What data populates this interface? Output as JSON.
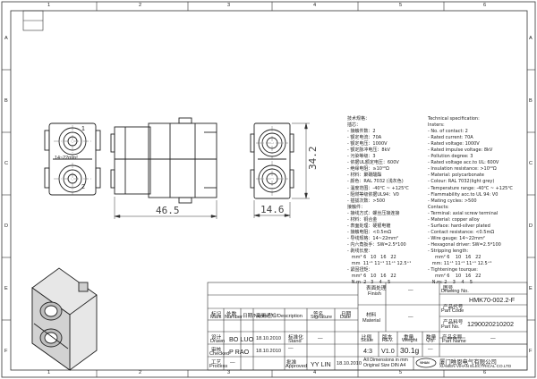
{
  "frame": {
    "columns": [
      "1",
      "2",
      "3",
      "4",
      "5",
      "6"
    ],
    "rows": [
      "A",
      "B",
      "C",
      "D",
      "E",
      "F"
    ]
  },
  "dimensions": {
    "width": "46.5",
    "height": "34.2",
    "depth": "14.6"
  },
  "part_labels": {
    "wire_range": "14~22mm²",
    "contact_1": "1",
    "contact_2": "2"
  },
  "spec_cn": {
    "heading": "技术规格：",
    "lines": [
      "插芯：",
      "- 接触件数：2",
      "- 额定电流：70A",
      "- 额定电压：1000V",
      "- 额定脉冲电压：8kV",
      "- 污染等级：3",
      "- 依据UL额定电压：600V",
      "- 绝缘电阻：≥10¹⁰Ω",
      "- 材料：聚碳酸酯",
      "- 颜色：RAL 7032 (浅灰色)",
      "- 温度范围：-40℃ ~ +125℃",
      "- 阻燃等级依据UL94：V0",
      "- 插拔次数：>500",
      "接触件：",
      "- 接线方式：螺丝压接连接",
      "- 材料：铜合金",
      "- 表面处理：硬银电镀",
      "- 接触电阻：<0.5mΩ",
      "- 导线规格：14~22mm²",
      "- 内六角扳手：SW=2.5*100",
      "- 剥线长度：",
      "   mm² 6   10   16   22",
      "   mm  11⁺¹ 11⁺¹ 11⁺¹ 12.5⁺¹",
      "- 紧固扭矩：",
      "   mm² 6   10   16   22",
      "   N.m  2   3    4    5"
    ]
  },
  "spec_en": {
    "heading": "Technical specification:",
    "lines": [
      "Insters:",
      "- No. of contact: 2",
      "- Rated current: 70A",
      "- Rated voltage: 1000V",
      "- Rated impulse voltage: 8kV",
      "- Pollution degree: 3",
      "- Rated voltage acc.to UL: 600V",
      "- Insulation resistance: >10¹⁰Ω",
      "- Material: polycarbonate",
      "- Colour: RAL 7032(light grey)",
      "- Temperature range: -40℃ ~ +125℃",
      "- Flammability acc.to UL 94: V0",
      "- Mating cycles: >500",
      "Contacts:",
      "- Terminal: axial screw terminal",
      "- Material: copper alloy",
      "- Surface: hard-silver plated",
      "- Contact resistance: <0.5mΩ",
      "- Wire gauge: 14~22mm²",
      "- Hexagonal driver: SW=2.5*100",
      "- Stripping length:",
      "     mm² 6    10   16   22",
      "   mm: 11⁺¹ 11⁺¹ 11⁺¹ 12.5⁺¹",
      "- Tighteninge tourque:",
      "     mm² 6    10   16   22",
      "   N.m: 2    3    4    5"
    ]
  },
  "title_block": {
    "finish_cn": "表面处理",
    "finish_en": "Finish",
    "finish_value": "—",
    "drawing_no_cn": "图号",
    "drawing_no_en": "Drawing No.",
    "drawing_no": "HMK70-002.2-F",
    "part_code_cn": "产品代号",
    "part_code_en": "Part Code",
    "material_cn": "材料",
    "material_en": "Material",
    "material_value": "—",
    "part_no_cn": "产品料号",
    "part_no_en": "Part No.",
    "part_no": "1290020210202",
    "mark_cn": "标记",
    "mark_en": "Mark",
    "number_cn": "处数",
    "number_en": "Number",
    "date_cn": "日期/Date",
    "name_cn": "日期/Name",
    "change_cn": "变更通知/Description",
    "signature_cn": "签名",
    "signature_en": "Signature",
    "date2_cn": "日期",
    "date2_en": "Date",
    "drawn_cn": "设计",
    "drawn_en": "Drawn",
    "drawn_by": "BO LUO",
    "drawn_date": "18.10.2010",
    "stand_cn": "标准化",
    "stand_en": "Stand",
    "checked_cn": "审核",
    "checked_en": "Checked",
    "checked_by": "P RAO",
    "checked_date": "18.10.2010",
    "process_cn": "工艺",
    "process_en": "Process",
    "approved_cn": "批准",
    "approved_en": "Approved",
    "approved_by": "YY LIN",
    "approved_date": "18.10.2010",
    "scale_cn": "比例",
    "scale_en": "Scale",
    "scale": "4:3",
    "rev_cn": "版本",
    "rev_en": "REV.",
    "rev": "V1.0",
    "weight_cn": "重量",
    "weight_en": "Weight",
    "weight": "30.1g",
    "qty_cn": "数量",
    "qty_en": "Qty.",
    "qty": "—",
    "product_name_cn": "产品名称",
    "product_name_en": "Part Name",
    "product_name": "—",
    "dash": "—",
    "note1": "All Dimensions in mm",
    "note2": "Original Size DIN A4",
    "company_cn": "厦门唯恩电气有限公司",
    "company_en": "XIAMEN VIHAN ELECTRICAL CO.LTD",
    "logo_text": "VIHAN"
  }
}
